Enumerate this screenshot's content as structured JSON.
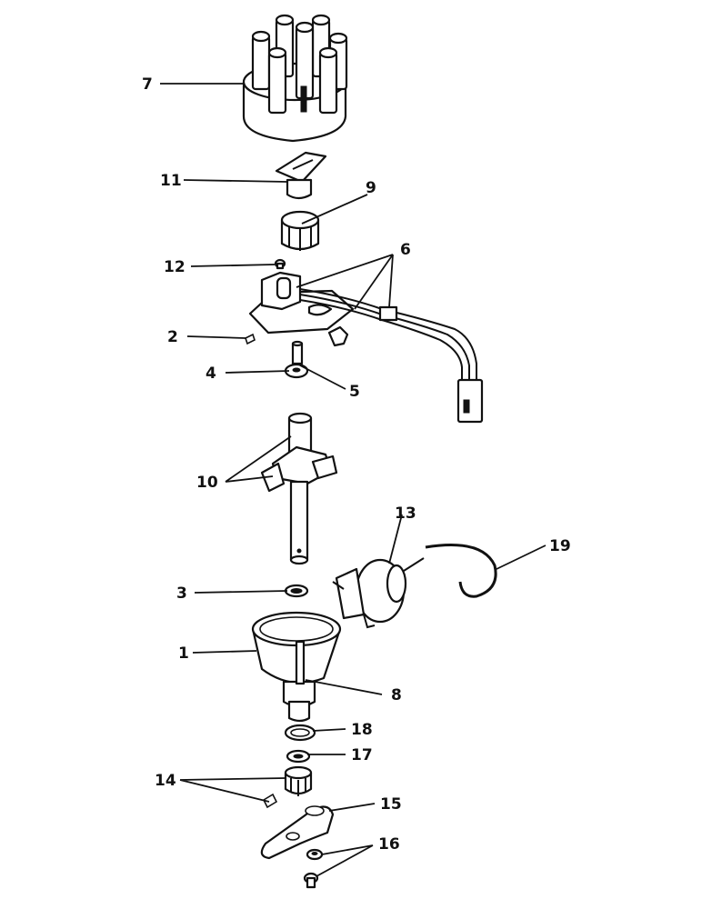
{
  "callouts": [
    {
      "key": "p7",
      "label": "7"
    },
    {
      "key": "p11",
      "label": "11"
    },
    {
      "key": "p9",
      "label": "9"
    },
    {
      "key": "p6",
      "label": "6"
    },
    {
      "key": "p12",
      "label": "12"
    },
    {
      "key": "p2",
      "label": "2"
    },
    {
      "key": "p4",
      "label": "4"
    },
    {
      "key": "p5",
      "label": "5"
    },
    {
      "key": "p10",
      "label": "10"
    },
    {
      "key": "p13",
      "label": "13"
    },
    {
      "key": "p19",
      "label": "19"
    },
    {
      "key": "p3",
      "label": "3"
    },
    {
      "key": "p1",
      "label": "1"
    },
    {
      "key": "p8",
      "label": "8"
    },
    {
      "key": "p18",
      "label": "18"
    },
    {
      "key": "p17",
      "label": "17"
    },
    {
      "key": "p14",
      "label": "14"
    },
    {
      "key": "p15",
      "label": "15"
    },
    {
      "key": "p16",
      "label": "16"
    }
  ]
}
